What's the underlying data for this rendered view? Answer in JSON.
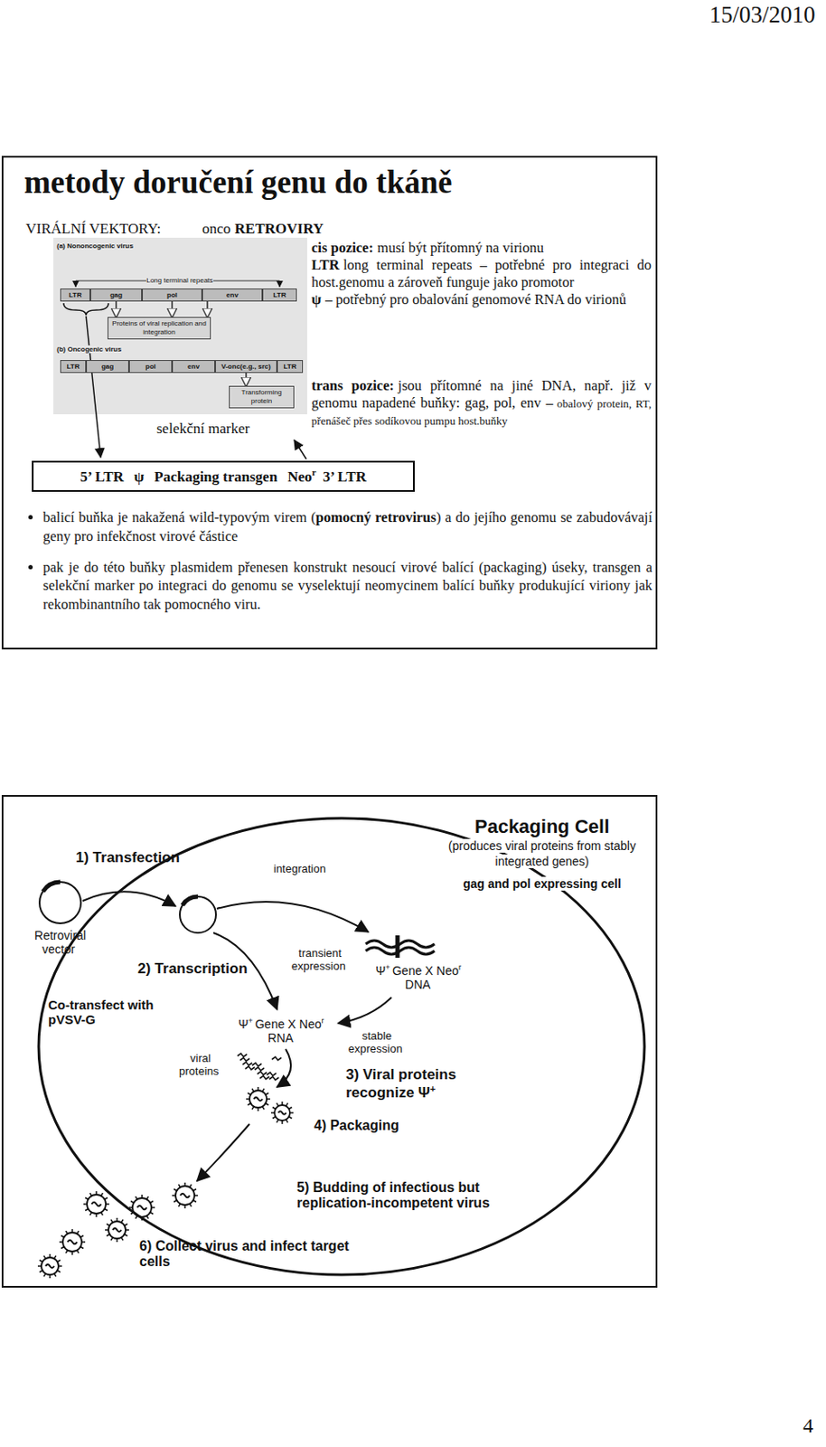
{
  "diagram": {
    "title": "metody doručení genu do tkáně",
    "nodes": [
      {
        "text": [
          "LTR"
        ]
      },
      {
        "text": [
          "gag"
        ]
      },
      {
        "text": [
          "pol"
        ]
      },
      {
        "text": [
          "env"
        ]
      },
      {
        "text": [
          "LTR"
        ]
      },
      {
        "text": [
          "Proteins of viral replication and integration"
        ]
      },
      {
        "text": [
          "LTR"
        ]
      },
      {
        "text": [
          "gag"
        ]
      },
      {
        "text": [
          "pol"
        ]
      },
      {
        "text": [
          "env"
        ]
      },
      {
        "text": [
          "V-onc(e.g., src)"
        ]
      },
      {
        "text": [
          "LTR"
        ]
      },
      {
        "text": [
          "Transforming protein"
        ]
      },
      {
        "text": [
          "5’ LTR",
          "ψ",
          "Packaging transgen",
          "Neo",
          "r",
          "3’ LTR"
        ]
      },
      {
        "text": [
          "Packaging Cell",
          "(produces viral proteins from stably integrated genes)",
          "gag and pol expressing cell"
        ]
      }
    ],
    "edges": [
      {
        "from": 1,
        "to": 5,
        "arrow": "to"
      },
      {
        "from": 2,
        "to": 5,
        "arrow": "to"
      },
      {
        "from": 3,
        "to": 5,
        "arrow": "to"
      },
      {
        "from": 10,
        "to": 12,
        "arrow": "to"
      }
    ],
    "labels": [
      "15/03/2010",
      "VIRÁLNÍ VEKTORY:",
      "onco",
      "RETROVIRY",
      "(a) Nononcogenic virus",
      "Long terminal repeats",
      "(b) Oncogenic virus",
      "cis pozice:",
      "musí být přítomný na virionu",
      "LTR",
      "long terminal repeats – potřebné pro integraci do host.genomu a zároveň funguje jako promotor",
      "ψ",
      "– potřebný pro obalování genomové RNA do virionů",
      "trans pozice:",
      "jsou přítomné na jiné DNA, např. již v genomu napadené buňky: gag, pol, env –",
      "obalový protein, RT, přenášeč přes sodíkovou pumpu host.buňky",
      "selekční marker",
      "balicí buňka je nakažená wild-typovým virem (",
      "pomocný retrovirus",
      ") a do jejího genomu se zabudovávají geny pro infekčnost virové částice",
      "pak je do této buňky plasmidem přenesen konstrukt nesoucí virové balící (packaging) úseky, transgen a selekční marker po integraci do genomu se vyselektují neomycinem balící buňky produkující viriony jak rekombinantního tak pomocného viru.",
      "1) Transfection",
      "Retroviral vector",
      "integration",
      "transient expression",
      "stable expression",
      "Ψ",
      "+",
      "Gene X",
      "Neo",
      "r",
      "DNA",
      "2) Transcription",
      "Co-transfect with pVSV-G",
      "Ψ",
      "+",
      "Gene X",
      "Neo",
      "r",
      "RNA",
      "viral proteins",
      "3) Viral proteins recognize Ψ",
      "+",
      "4) Packaging",
      "5) Budding of infectious but replication-incompetent virus",
      "6) Collect virus and infect target cells",
      "4"
    ]
  }
}
